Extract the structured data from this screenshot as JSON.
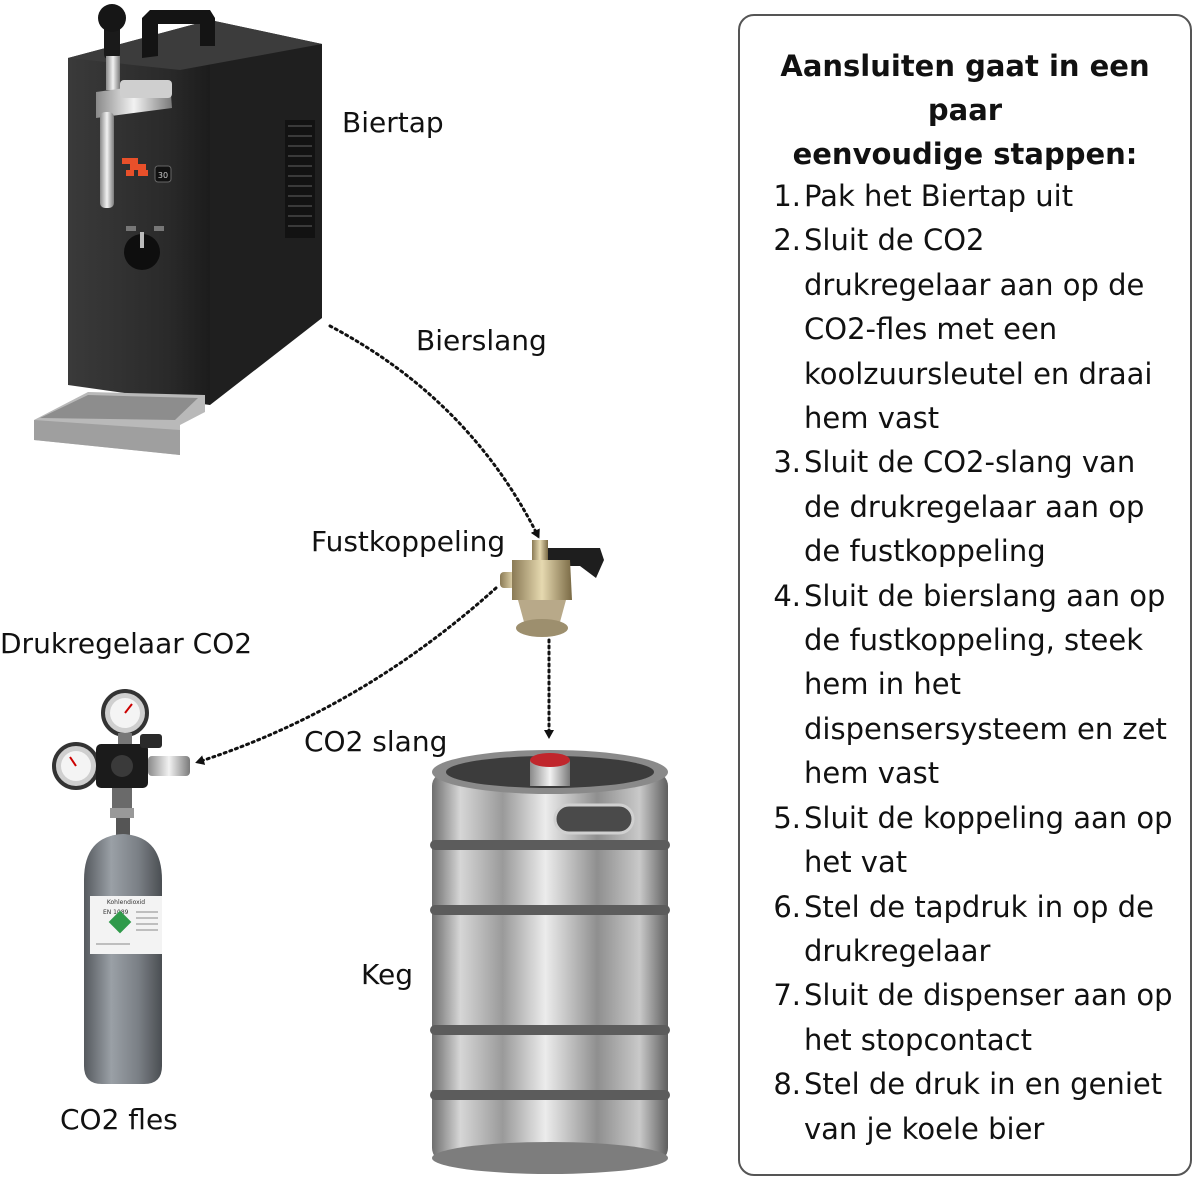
{
  "labels": {
    "biertap": "Biertap",
    "bierslang": "Bierslang",
    "fustkoppeling": "Fustkoppeling",
    "drukregelaar": "Drukregelaar CO2",
    "co2_slang": "CO2 slang",
    "keg": "Keg",
    "co2_fles": "CO2 fles"
  },
  "panel": {
    "title_line1": "Aansluiten gaat in een paar",
    "title_line2": "eenvoudige stappen:",
    "steps": [
      {
        "num": "1.",
        "lines": [
          "Pak het Biertap uit"
        ]
      },
      {
        "num": "2.",
        "lines": [
          "Sluit de CO2",
          "drukregelaar aan op de",
          "CO2-fles met een",
          "koolzuursleutel en draai",
          "hem vast"
        ]
      },
      {
        "num": "3.",
        "lines": [
          "Sluit de CO2-slang van",
          "de drukregelaar aan op",
          "de fustkoppeling"
        ]
      },
      {
        "num": "4.",
        "lines": [
          "Sluit de bierslang aan op",
          "de fustkoppeling, steek",
          "hem in het",
          "dispensersysteem en zet",
          "hem vast"
        ]
      },
      {
        "num": "5.",
        "lines": [
          "Sluit de koppeling aan op",
          "het vat"
        ]
      },
      {
        "num": "6.",
        "lines": [
          "Stel de tapdruk in op de",
          "drukregelaar"
        ]
      },
      {
        "num": "7.",
        "lines": [
          "Sluit de dispenser aan op",
          "het stopcontact"
        ]
      },
      {
        "num": "8.",
        "lines": [
          "Stel de druk in en geniet",
          "van je koele bier"
        ]
      }
    ]
  },
  "product_marks": {
    "tap_badge": "30",
    "bottle_label_title": "Kohlendioxid",
    "bottle_label_code": "EN 1089"
  },
  "colors": {
    "tap_body": "#2b2b2b",
    "tap_logo": "#e8502a",
    "keg_steel": "#a9a9a9",
    "keg_cap": "#c0262c",
    "bottle_body": "#7f848a",
    "hazard_green": "#2f9a4a"
  }
}
